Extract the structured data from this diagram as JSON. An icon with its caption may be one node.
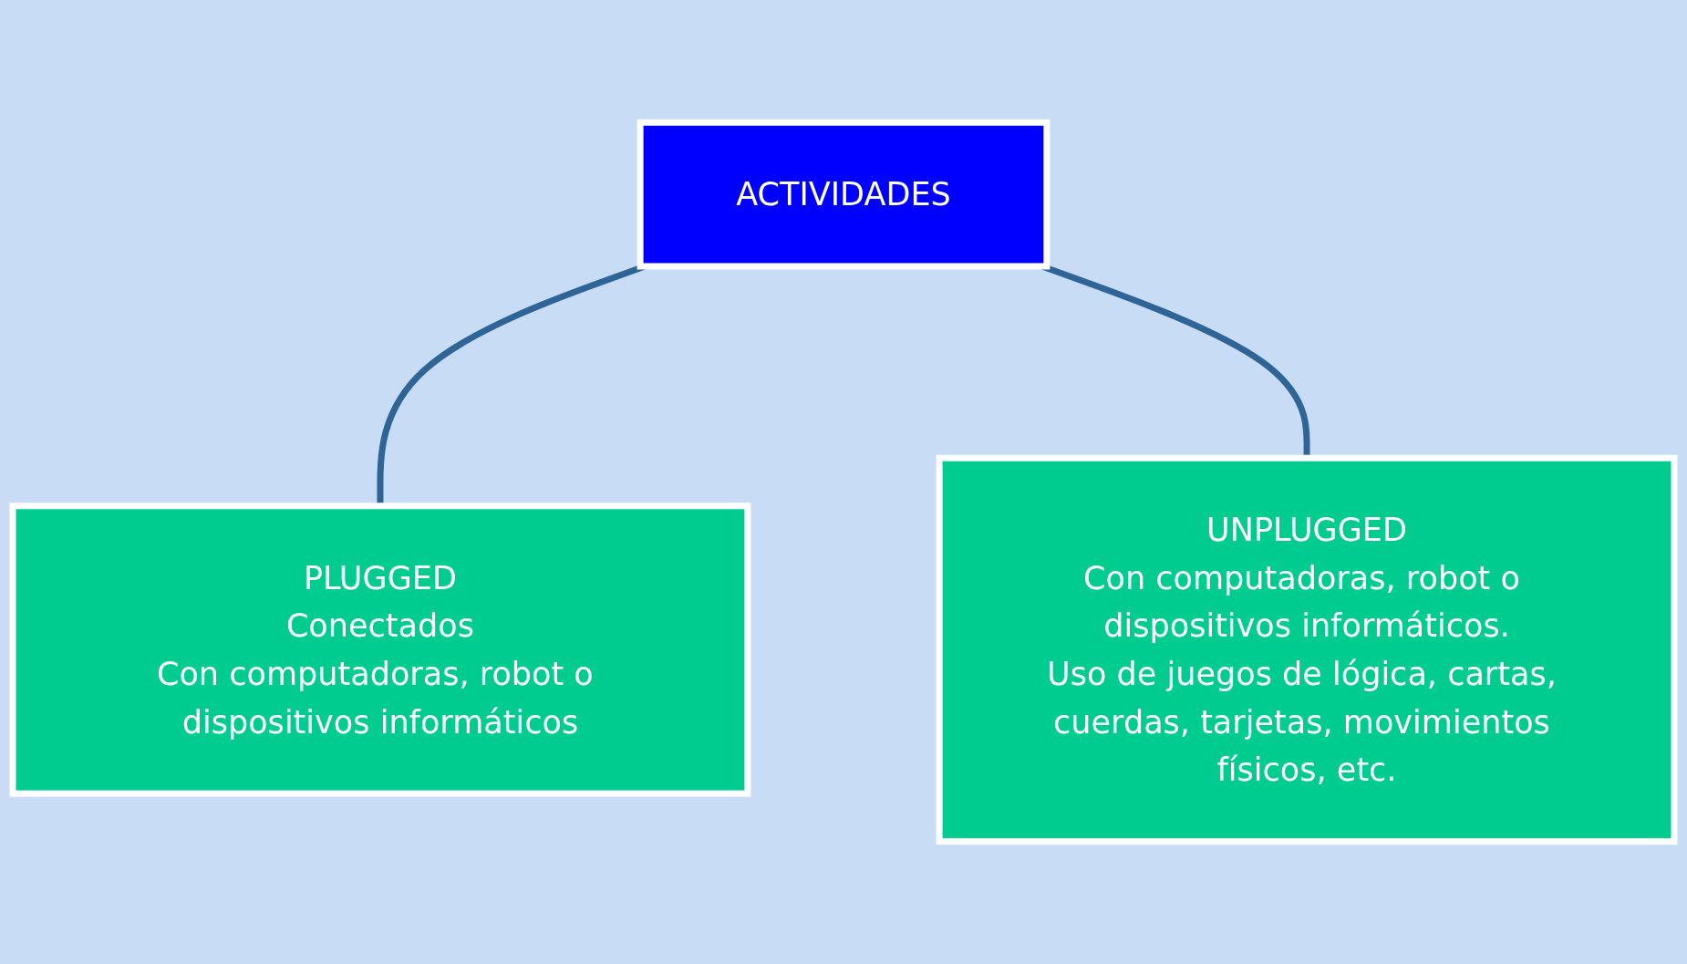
{
  "diagram": {
    "nodes": [
      {
        "text": [
          "ACTIVIDADES"
        ]
      },
      {
        "text": [
          "PLUGGED",
          "Conectados",
          "Con computadoras, robot o dispositivos informáticos"
        ]
      },
      {
        "text": [
          "UNPLUGGED",
          "Con computadoras, robot o dispositivos informáticos.",
          "Uso de juegos de lógica, cartas, cuerdas, tarjetas, movimientos físicos, etc."
        ]
      }
    ],
    "edges": [
      {
        "from": 0,
        "to": 1,
        "arrow": "none"
      },
      {
        "from": 0,
        "to": 2,
        "arrow": "none"
      }
    ]
  }
}
